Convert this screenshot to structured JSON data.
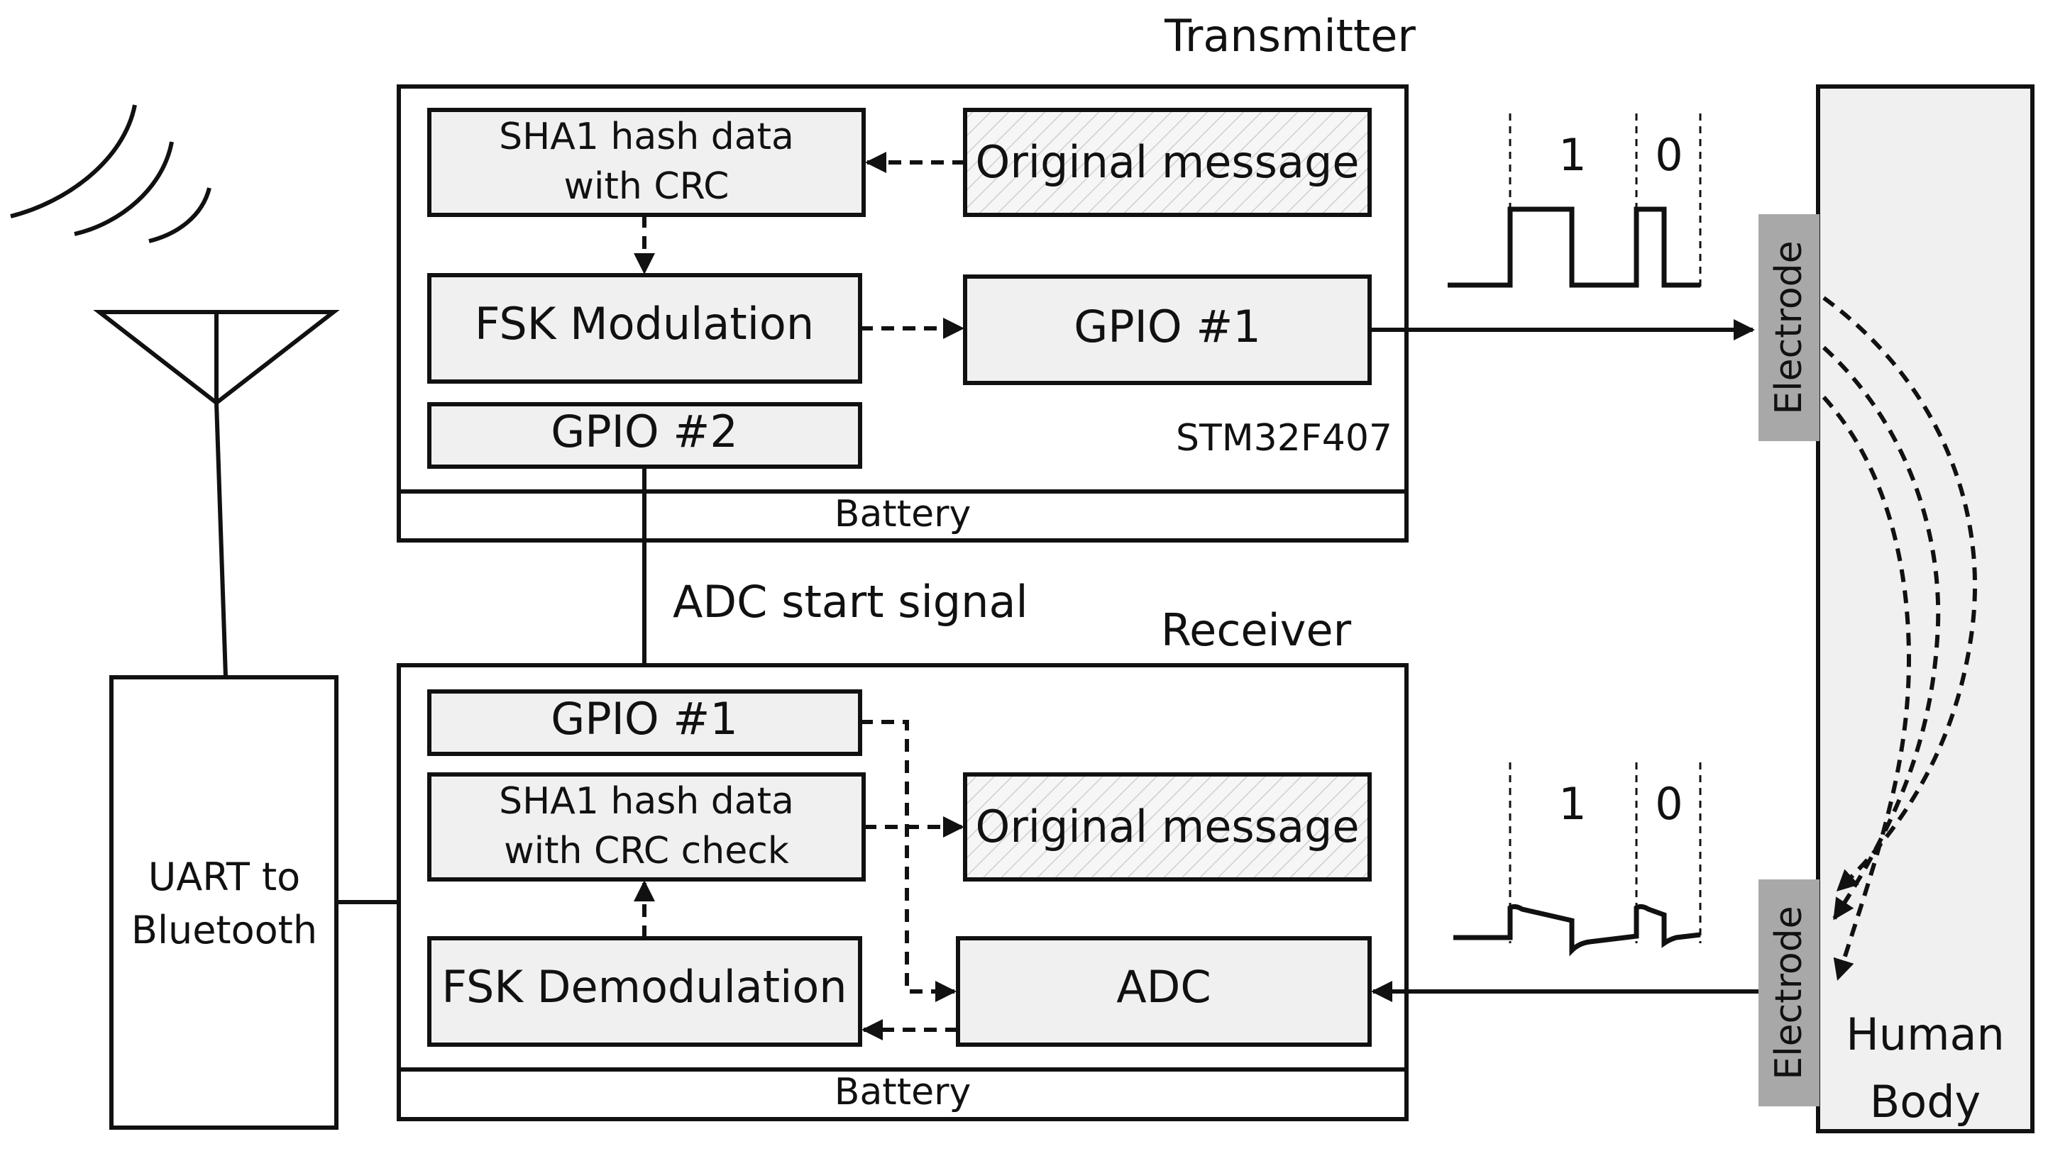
{
  "transmitter": {
    "title": "Transmitter",
    "mcu": "STM32F407",
    "battery": "Battery",
    "blocks": {
      "sha1_line1": "SHA1 hash data",
      "sha1_line2": "with CRC",
      "original_message": "Original message",
      "fsk_modulation": "FSK Modulation",
      "gpio1": "GPIO #1",
      "gpio2": "GPIO #2"
    }
  },
  "receiver": {
    "title": "Receiver",
    "battery": "Battery",
    "blocks": {
      "gpio1": "GPIO #1",
      "sha1_line1": "SHA1 hash data",
      "sha1_line2": "with CRC check",
      "original_message": "Original message",
      "fsk_demodulation": "FSK Demodulation",
      "adc": "ADC"
    }
  },
  "signal_label": "ADC start signal",
  "bluetooth": {
    "line1": "UART to",
    "line2": "Bluetooth"
  },
  "tx_waveform": {
    "bit1": "1",
    "bit0": "0"
  },
  "rx_waveform": {
    "bit1": "1",
    "bit0": "0"
  },
  "electrode_top": "Electrode",
  "electrode_bottom": "Electrode",
  "human_body": {
    "line1": "Human",
    "line2": "Body"
  }
}
